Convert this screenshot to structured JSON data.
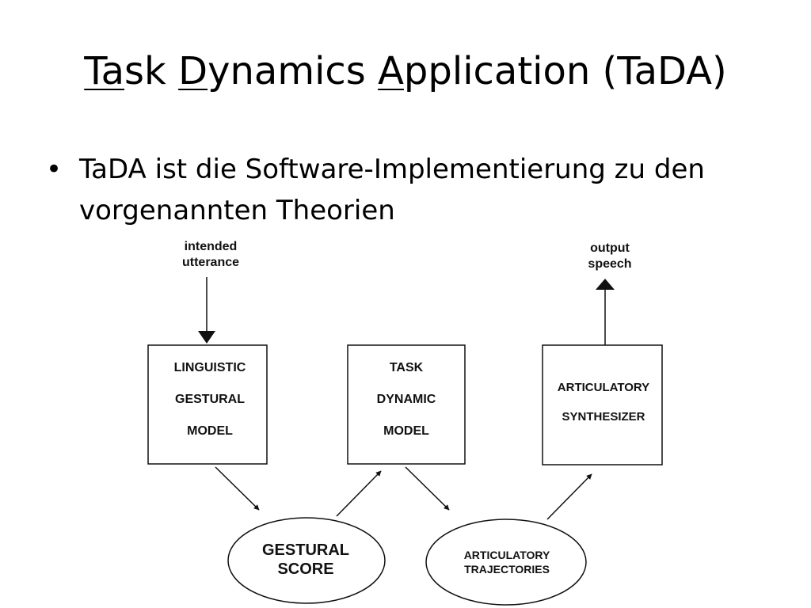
{
  "title": {
    "parts": [
      {
        "text": "Ta",
        "underline": true
      },
      {
        "text": "sk ",
        "underline": false
      },
      {
        "text": "D",
        "underline": true
      },
      {
        "text": "ynamics ",
        "underline": false
      },
      {
        "text": "A",
        "underline": true
      },
      {
        "text": "pplication (TaDA)",
        "underline": false
      }
    ]
  },
  "bullet": {
    "symbol": "•",
    "text": "TaDA ist die Software-Implementierung zu den vorgenannten Theorien"
  },
  "diagram": {
    "input_label": [
      "intended",
      "utterance"
    ],
    "output_label": [
      "output",
      "speech"
    ],
    "boxes": [
      {
        "id": "linguistic",
        "lines": [
          "LINGUISTIC",
          "GESTURAL",
          "MODEL"
        ]
      },
      {
        "id": "task",
        "lines": [
          "TASK",
          "DYNAMIC",
          "MODEL"
        ]
      },
      {
        "id": "synth",
        "lines": [
          "ARTICULATORY",
          "SYNTHESIZER"
        ]
      }
    ],
    "ellipses": [
      {
        "id": "score",
        "lines": [
          "GESTURAL",
          "SCORE"
        ]
      },
      {
        "id": "traj",
        "lines": [
          "ARTICULATORY",
          "TRAJECTORIES"
        ]
      }
    ]
  }
}
